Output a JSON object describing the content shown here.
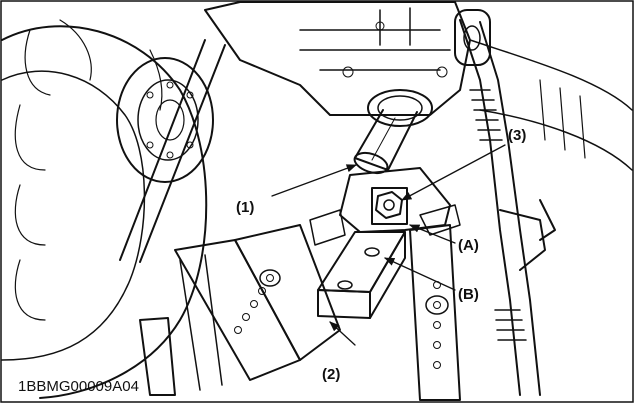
{
  "figure": {
    "callouts": [
      {
        "id": "shaft",
        "label": "(1)"
      },
      {
        "id": "block",
        "label": "(2)"
      },
      {
        "id": "bolt",
        "label": "(3)"
      },
      {
        "id": "point-a",
        "label": "(A)"
      },
      {
        "id": "point-b",
        "label": "(B)"
      }
    ],
    "image_code": "1BBMG00009A04"
  }
}
